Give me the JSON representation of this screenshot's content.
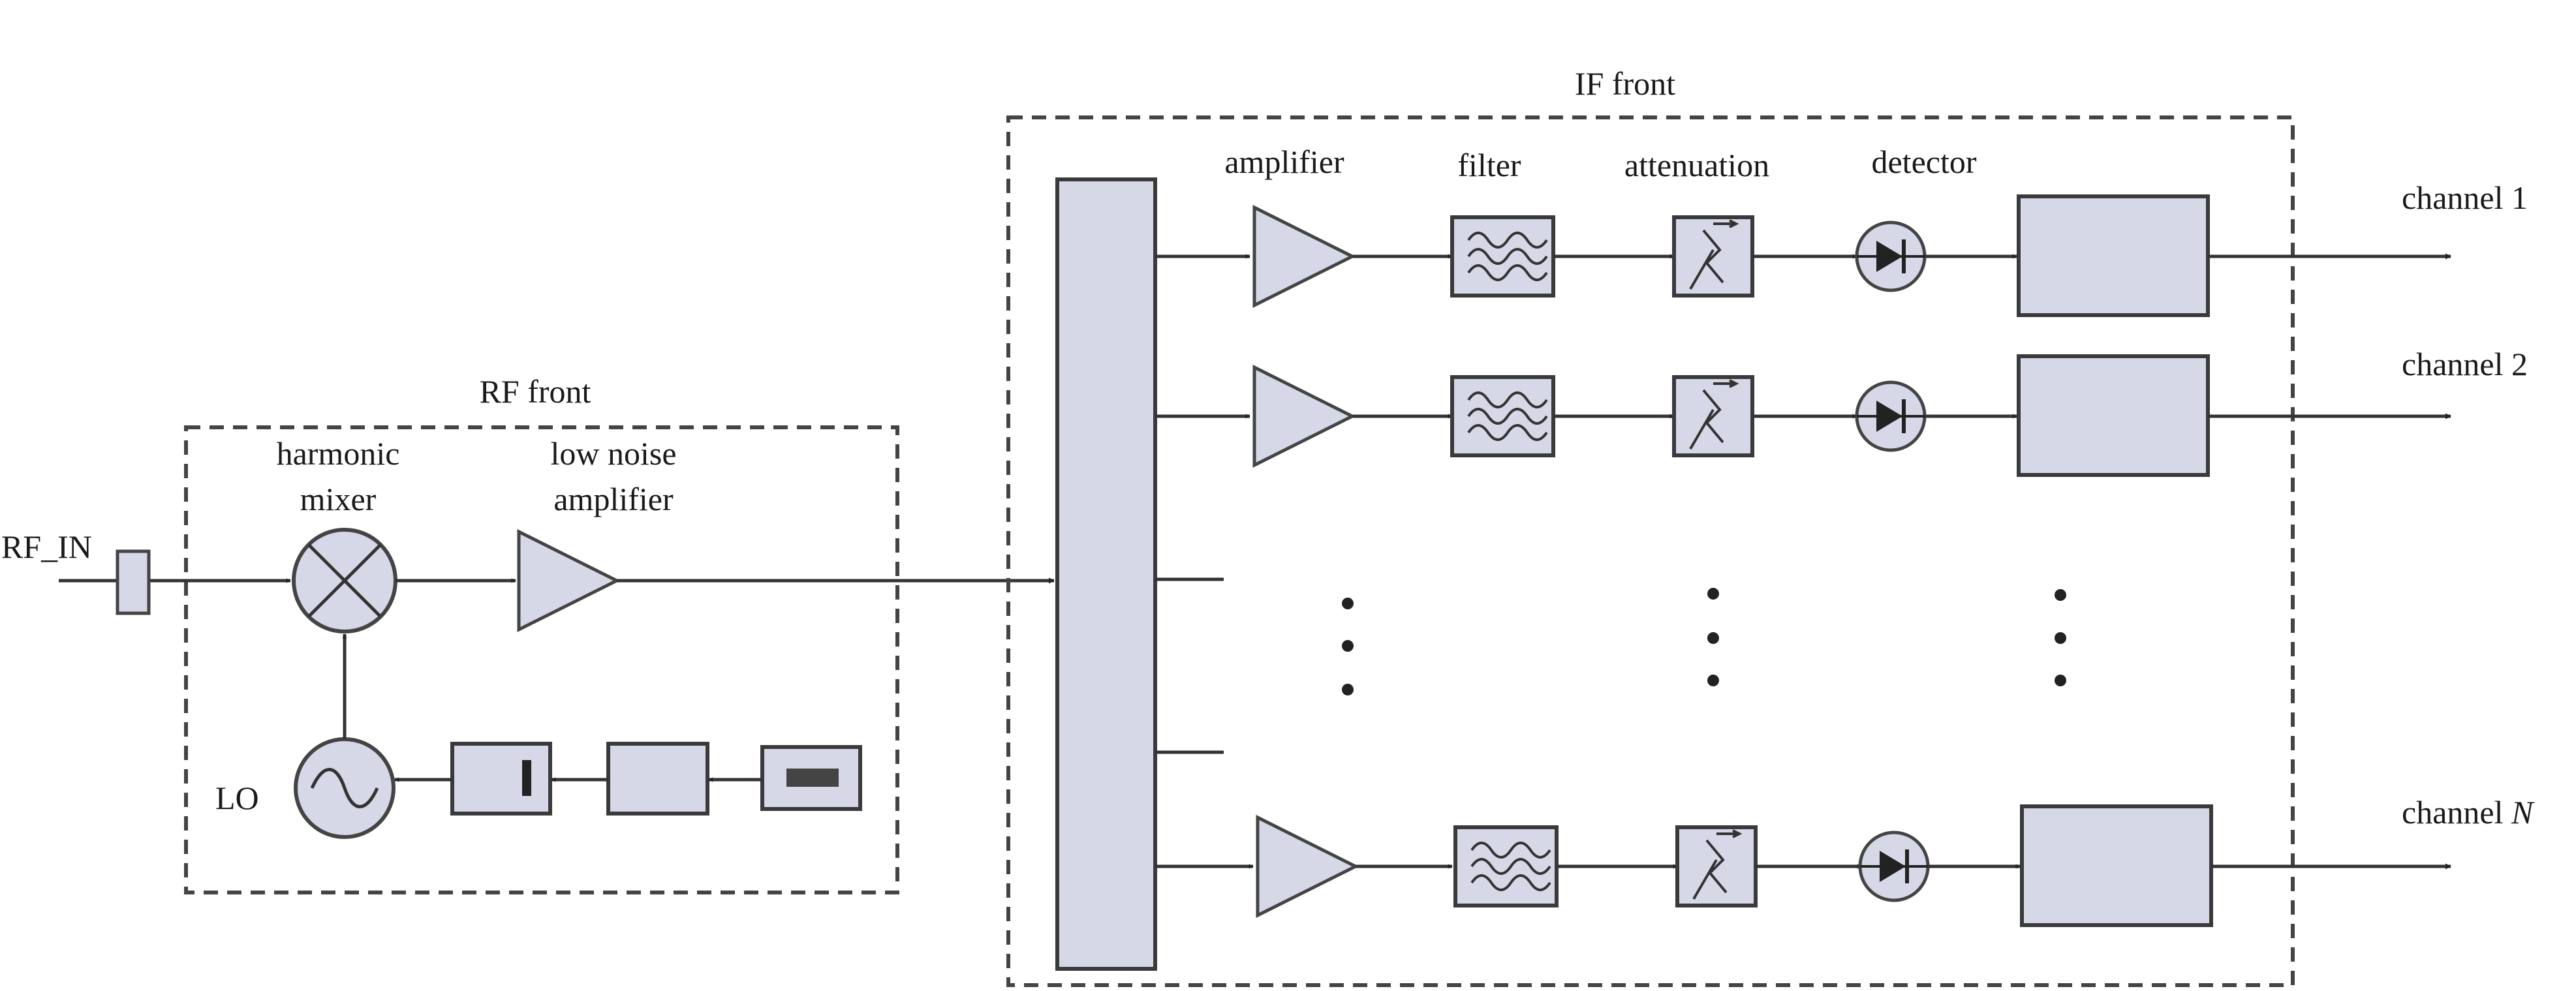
{
  "labels": {
    "rf_in": "RF_IN",
    "rf_front": "RF front",
    "if_front": "IF front",
    "harmonic_mixer_line1": "harmonic",
    "harmonic_mixer_line2": "mixer",
    "lna_line1": "low noise",
    "lna_line2": "amplifier",
    "lo": "LO",
    "amplifier": "amplifier",
    "filter": "filter",
    "attenuation": "attenuation",
    "detector": "detector"
  },
  "channels": [
    {
      "prefix": "channel ",
      "number": "1"
    },
    {
      "prefix": "channel ",
      "number": "2"
    },
    {
      "prefix": "channel ",
      "number": "N"
    }
  ],
  "colors": {
    "block_fill": "#d6d8e8",
    "line": "#333333"
  }
}
